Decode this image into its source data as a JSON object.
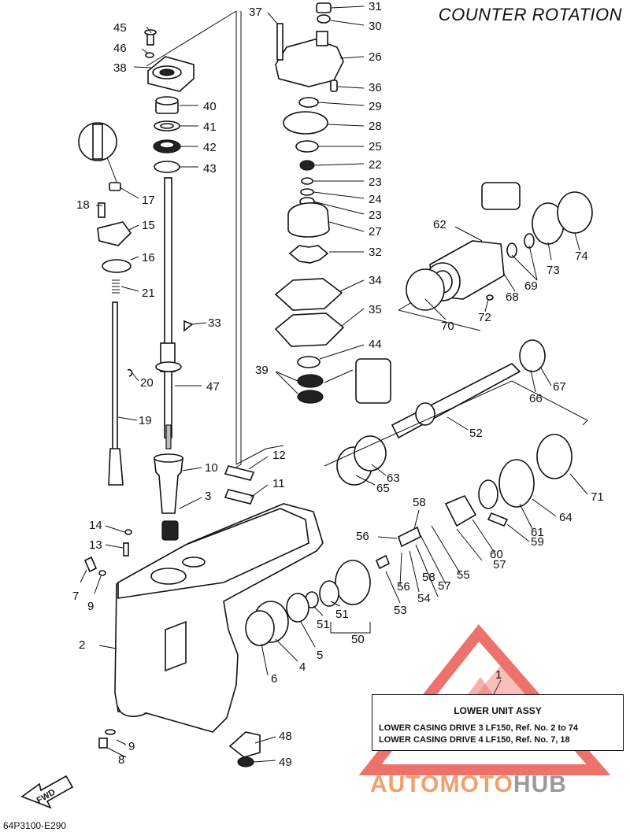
{
  "heading": "COUNTER ROTATION",
  "footer_code": "64P3100-E290",
  "fwd_label": "FWD",
  "assembly_box": {
    "title": "LOWER UNIT ASSY",
    "rows": [
      "LOWER CASING DRIVE 3 LF150, Ref. No. 2 to 74",
      "LOWER CASING DRIVE 4 LF150, Ref. No. 7, 18"
    ]
  },
  "watermark": {
    "part1": "AUTOMOTO",
    "part2": "HUB",
    "colors": {
      "accent": "#e8433a",
      "orange": "#f2a06b",
      "grey": "#9a9a9a"
    }
  },
  "part_labels": [
    "45",
    "46",
    "38",
    "40",
    "41",
    "42",
    "43",
    "17",
    "18",
    "15",
    "16",
    "21",
    "33",
    "20",
    "47",
    "19",
    "12",
    "10",
    "11",
    "3",
    "14",
    "13",
    "7",
    "9",
    "2",
    "6",
    "4",
    "5",
    "51",
    "51",
    "50",
    "9",
    "8",
    "48",
    "49",
    "37",
    "31",
    "30",
    "26",
    "36",
    "29",
    "28",
    "25",
    "22",
    "23",
    "24",
    "23",
    "27",
    "32",
    "34",
    "35",
    "44",
    "39",
    "62",
    "74",
    "69",
    "73",
    "68",
    "72",
    "70",
    "67",
    "66",
    "52",
    "63",
    "65",
    "71",
    "58",
    "56",
    "57",
    "55",
    "60",
    "61",
    "64",
    "59",
    "56",
    "58",
    "57",
    "54",
    "53",
    "1"
  ]
}
